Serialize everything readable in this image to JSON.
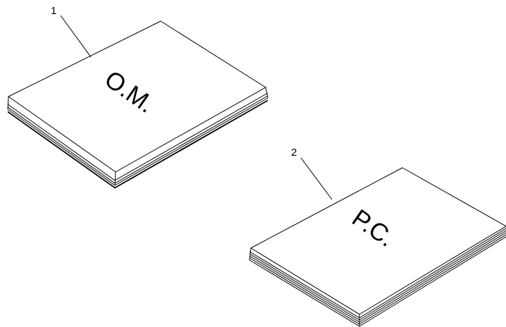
{
  "diagram": {
    "items": [
      {
        "number": "1",
        "cover_text": "O.M."
      },
      {
        "number": "2",
        "cover_text": "P.C."
      }
    ]
  }
}
